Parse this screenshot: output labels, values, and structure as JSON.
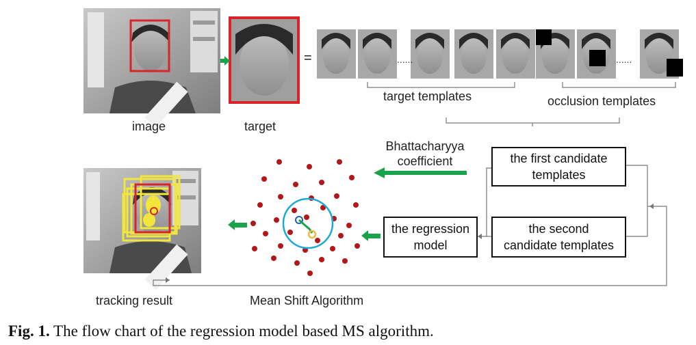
{
  "labels": {
    "image": "image",
    "target": "target",
    "equals": "=",
    "target_templates": "target templates",
    "occlusion_templates": "occlusion templates",
    "bhattacharyya": "Bhattacharyya\ncoefficient",
    "tracking_result": "tracking result",
    "mean_shift": "Mean Shift Algorithm",
    "dots": "......"
  },
  "boxes": {
    "first": "the first candidate\ntemplates",
    "second": "the second\ncandidate templates",
    "regression": "the regression\nmodel"
  },
  "caption": {
    "prefix": "Fig. 1.",
    "text": " The flow chart of the regression model based MS algorithm."
  },
  "colors": {
    "arrow_green": "#19a34a",
    "target_box_red": "#d9242a",
    "tracking_yellow": "#f2e63c",
    "particle_red": "#b0181c",
    "circle_blue": "#1ea8d6"
  }
}
